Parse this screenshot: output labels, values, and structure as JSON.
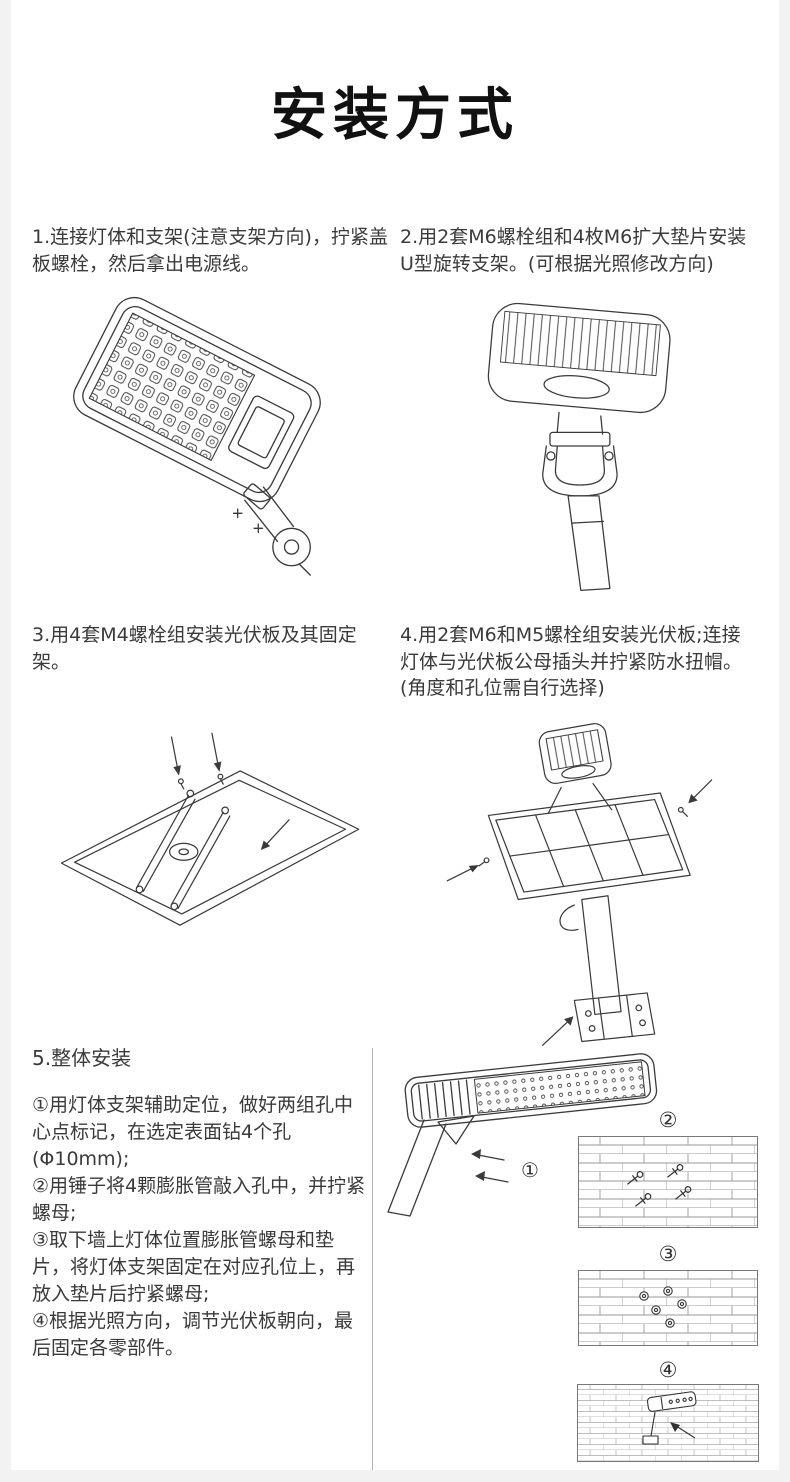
{
  "page": {
    "title": "安装方式"
  },
  "steps": [
    {
      "num": "1",
      "text": "1.连接灯体和支架(注意支架方向)，拧紧盖板螺栓，然后拿出电源线。",
      "figure": "street-lamp-with-bracket"
    },
    {
      "num": "2",
      "text": "2.用2套M6螺栓组和4枚M6扩大垫片安装U型旋转支架。(可根据光照修改方向)",
      "figure": "lamp-rear-u-bracket-pole"
    },
    {
      "num": "3",
      "text": "3.用4套M4螺栓组安装光伏板及其固定架。",
      "figure": "solar-panel-with-mounting-rails"
    },
    {
      "num": "4",
      "text": "4.用2套M6和M5螺栓组安装光伏板;连接灯体与光伏板公母插头并拧紧防水扭帽。(角度和孔位需自行选择)",
      "figure": "solar-panel-on-pole"
    }
  ],
  "step5": {
    "heading": "5.整体安装",
    "substeps": [
      "①用灯体支架辅助定位，做好两组孔中心点标记，在选定表面钻4个孔(Φ10mm);",
      "②用锤子将4颗膨胀管敲入孔中，并拧紧螺母;",
      "③取下墙上灯体位置膨胀管螺母和垫片，将灯体支架固定在对应孔位上，再放入垫片后拧紧螺母;",
      "④根据光照方向，调节光伏板朝向，最后固定各零部件。"
    ],
    "markers": {
      "m1": "①",
      "m2": "②",
      "m3": "③",
      "m4": "④"
    }
  },
  "colors": {
    "title": "#111111",
    "body_text": "#3a3a3a",
    "line_art": "#3a3a3a",
    "divider": "#b5b5b5",
    "brick_line": "#999999",
    "background": "#ffffff"
  }
}
